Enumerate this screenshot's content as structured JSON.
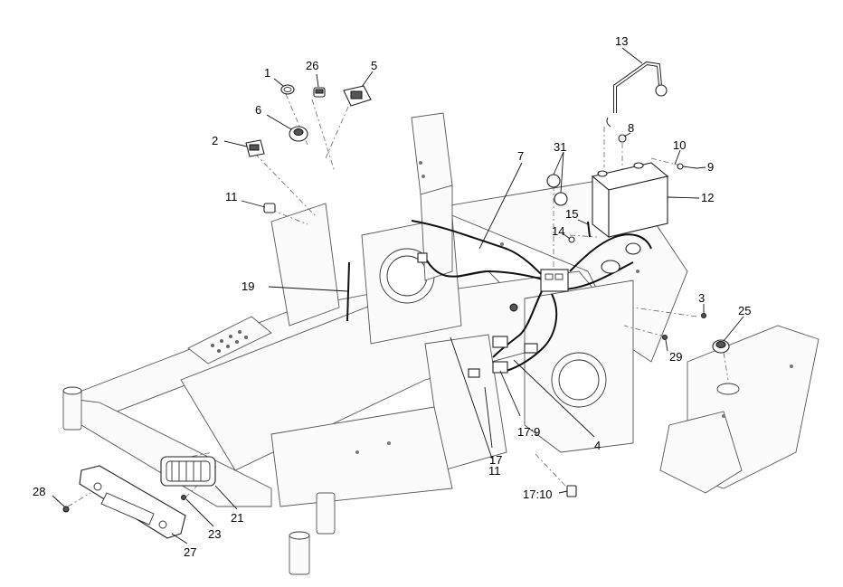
{
  "callouts": {
    "c1": "1",
    "c2": "2",
    "c3": "3",
    "c4": "4",
    "c5": "5",
    "c6": "6",
    "c7": "7",
    "c8": "8",
    "c9": "9",
    "c10": "10",
    "c11a": "11",
    "c11b": "11",
    "c12": "12",
    "c13": "13",
    "c14": "14",
    "c15": "15",
    "c17": "17",
    "c17_9": "17:9",
    "c17_10": "17:10",
    "c19": "19",
    "c21": "21",
    "c23": "23",
    "c25": "25",
    "c26": "26",
    "c27": "27",
    "c28": "28",
    "c29": "29",
    "c31": "31"
  }
}
